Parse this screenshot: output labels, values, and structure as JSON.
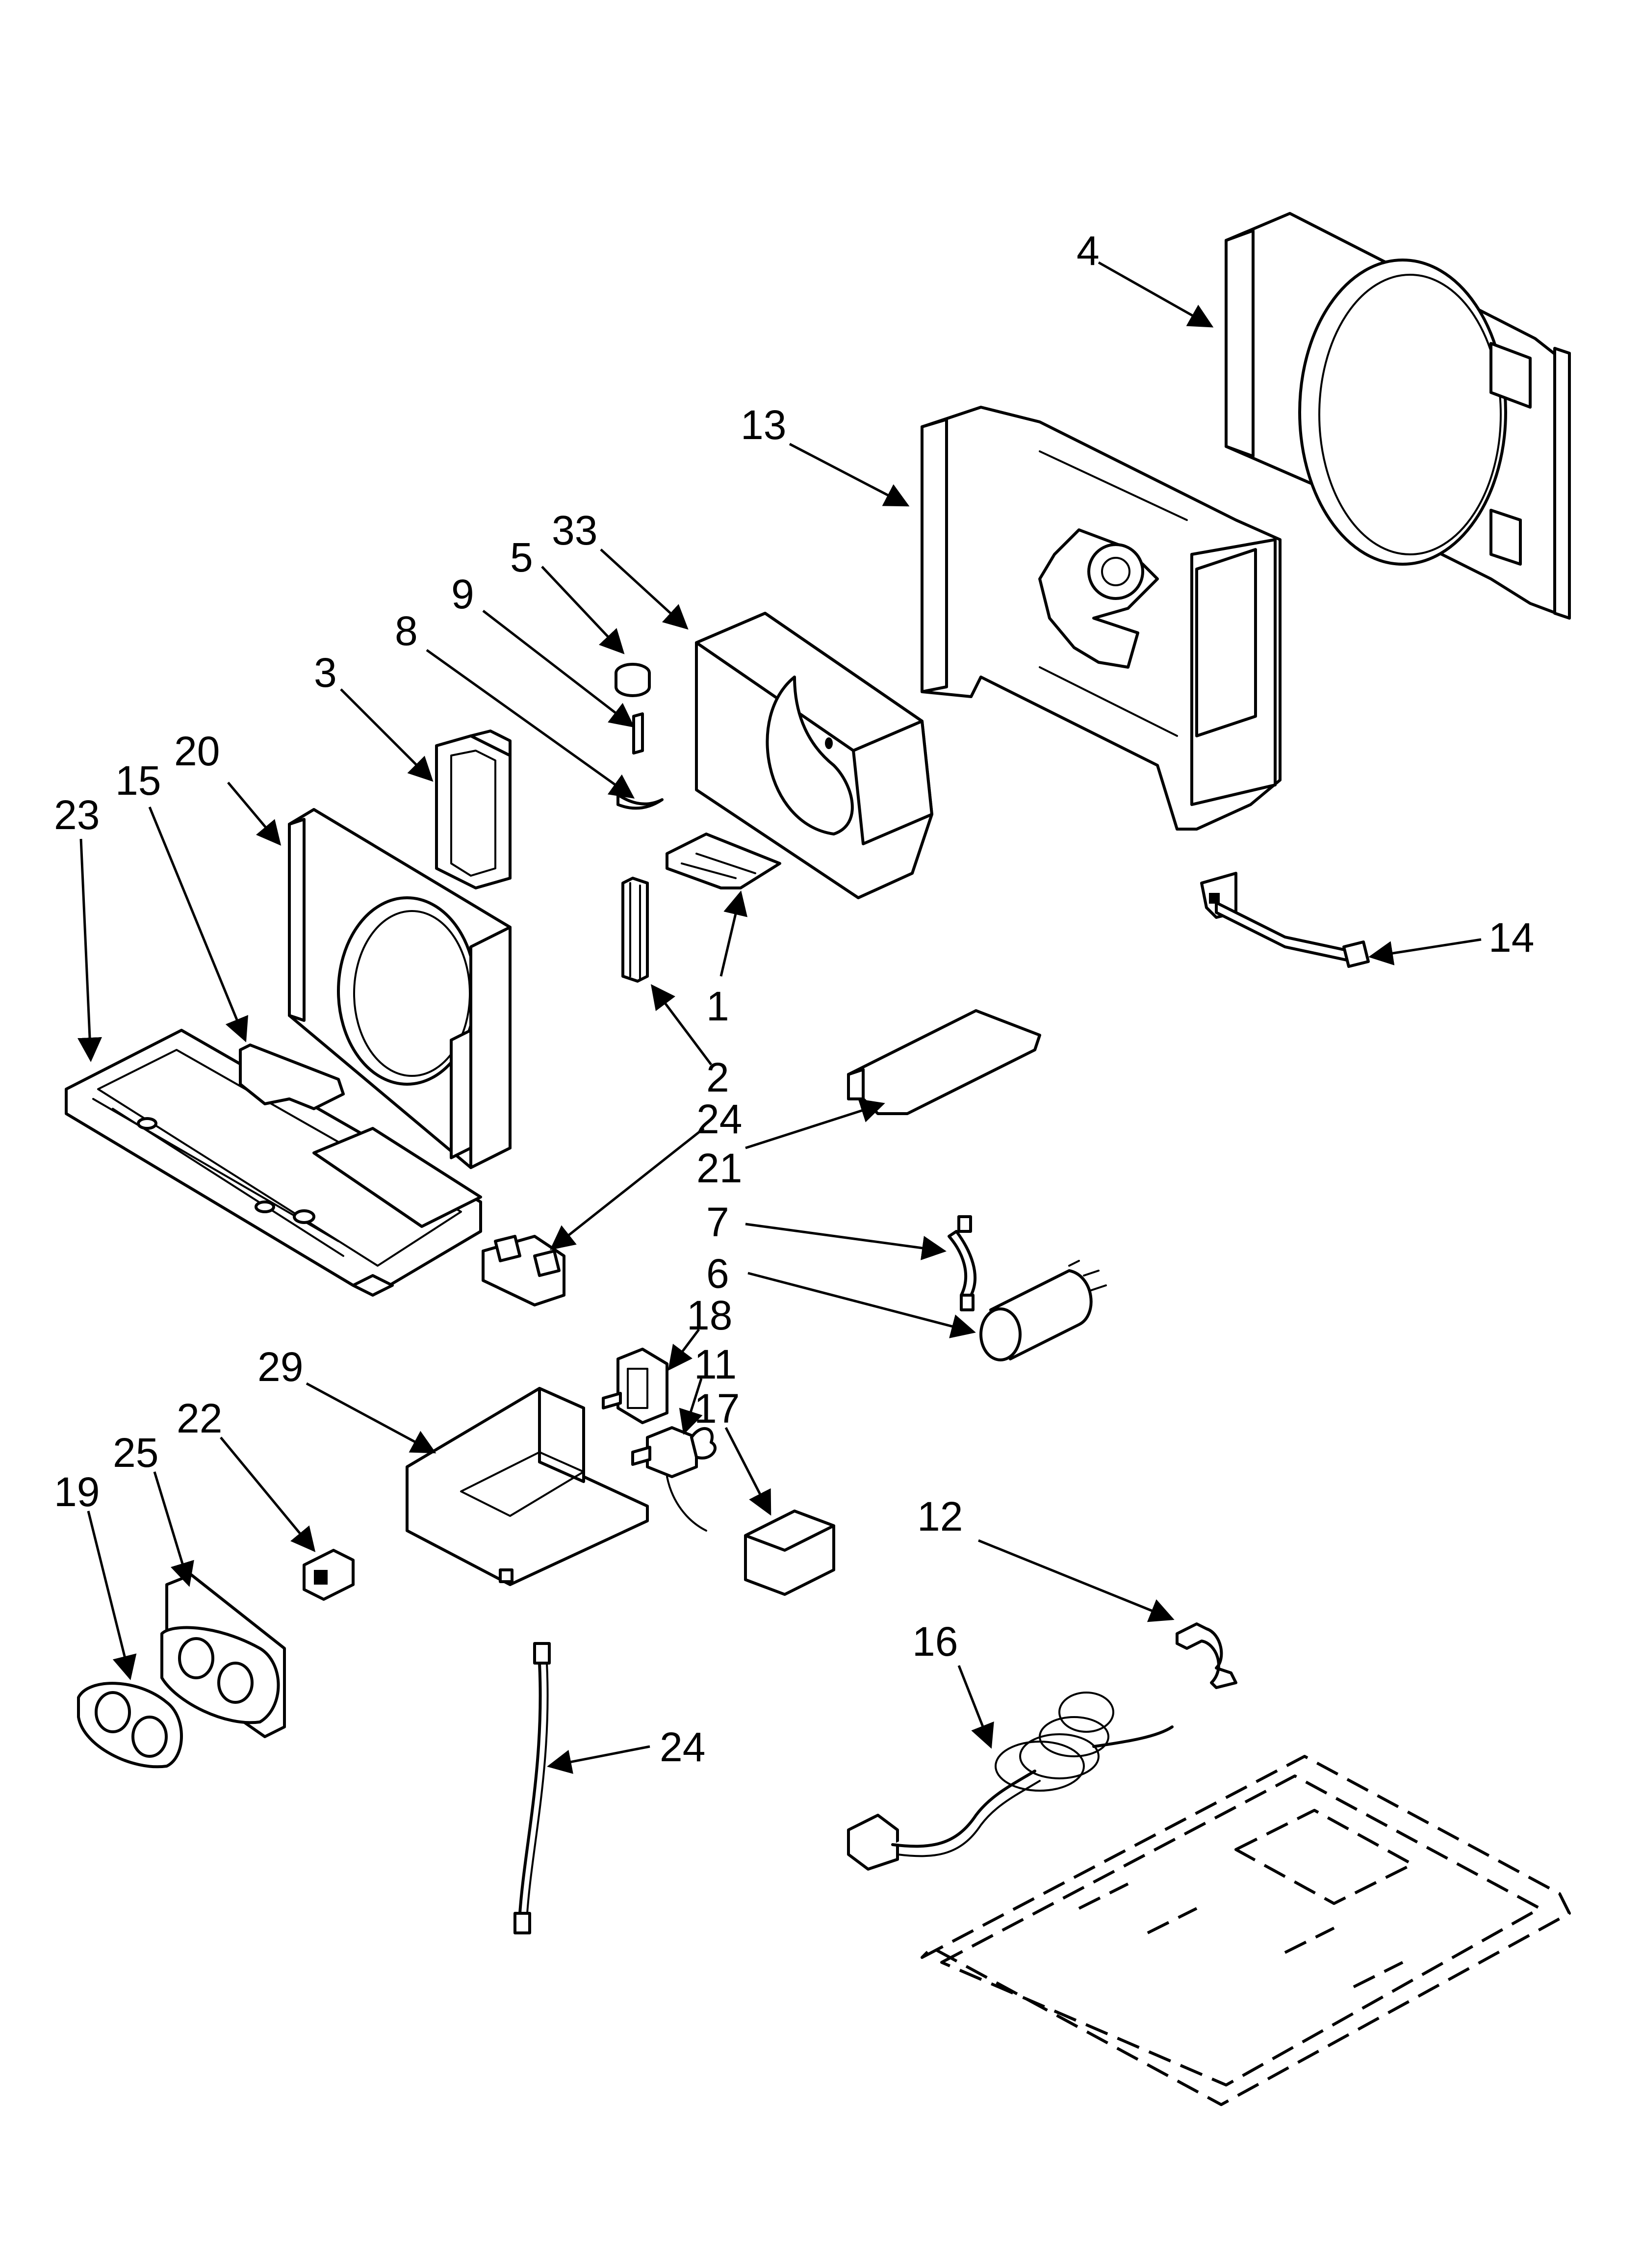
{
  "callouts": [
    {
      "id": "c1",
      "label": "1"
    },
    {
      "id": "c2",
      "label": "2"
    },
    {
      "id": "c3",
      "label": "3"
    },
    {
      "id": "c4",
      "label": "4"
    },
    {
      "id": "c5",
      "label": "5"
    },
    {
      "id": "c6",
      "label": "6"
    },
    {
      "id": "c7",
      "label": "7"
    },
    {
      "id": "c8",
      "label": "8"
    },
    {
      "id": "c9",
      "label": "9"
    },
    {
      "id": "c11",
      "label": "11"
    },
    {
      "id": "c12",
      "label": "12"
    },
    {
      "id": "c13",
      "label": "13"
    },
    {
      "id": "c14",
      "label": "14"
    },
    {
      "id": "c15",
      "label": "15"
    },
    {
      "id": "c16",
      "label": "16"
    },
    {
      "id": "c17",
      "label": "17"
    },
    {
      "id": "c18",
      "label": "18"
    },
    {
      "id": "c19",
      "label": "19"
    },
    {
      "id": "c20",
      "label": "20"
    },
    {
      "id": "c21",
      "label": "21"
    },
    {
      "id": "c22",
      "label": "22"
    },
    {
      "id": "c23",
      "label": "23"
    },
    {
      "id": "c24a",
      "label": "24"
    },
    {
      "id": "c24b",
      "label": "24"
    },
    {
      "id": "c25",
      "label": "25"
    },
    {
      "id": "c29",
      "label": "29"
    },
    {
      "id": "c33",
      "label": "33"
    }
  ]
}
